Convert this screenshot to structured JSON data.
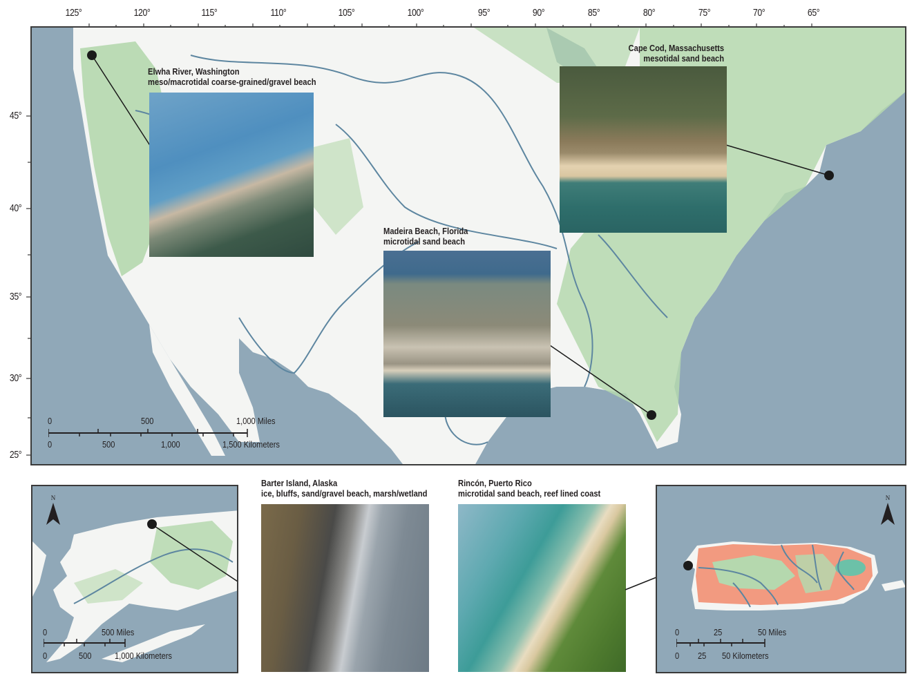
{
  "main_map": {
    "longitude_ticks": [
      "125°",
      "120°",
      "115°",
      "110°",
      "105°",
      "100°",
      "95°",
      "90°",
      "85°",
      "80°",
      "75°",
      "70°",
      "65°"
    ],
    "latitude_ticks": [
      "45°",
      "40°",
      "35°",
      "30°",
      "25°"
    ],
    "scale_bar": {
      "miles_labels": [
        "0",
        "500",
        "1,000 Miles"
      ],
      "km_labels": [
        "0",
        "500",
        "1,000",
        "1,500 Kilometers"
      ]
    },
    "sites": [
      {
        "name": "Elwha River, Washington",
        "description": "meso/macrotidal coarse-grained/gravel beach"
      },
      {
        "name": "Cape Cod, Massachusetts",
        "description": "mesotidal sand beach"
      },
      {
        "name": "Madeira Beach, Florida",
        "description": "microtidal sand beach"
      }
    ]
  },
  "alaska_inset": {
    "north_label": "N",
    "scale_bar": {
      "miles_labels": [
        "0",
        "500 Miles"
      ],
      "km_labels": [
        "0",
        "500",
        "1,000 Kilometers"
      ]
    }
  },
  "puerto_rico_inset": {
    "north_label": "N",
    "scale_bar": {
      "miles_labels": [
        "0",
        "25",
        "50 Miles"
      ],
      "km_labels": [
        "0",
        "25",
        "50 Kilometers"
      ]
    }
  },
  "bottom_sites": [
    {
      "name": "Barter Island, Alaska",
      "description": "ice, bluffs, sand/gravel beach, marsh/wetland"
    },
    {
      "name": "Rincón, Puerto Rico",
      "description": "microtidal sand beach, reef lined coast"
    }
  ],
  "colors": {
    "ocean": "#90a8b8",
    "land_white": "#f4f5f3",
    "vegetation_green": "#b5d8ae",
    "urban_salmon": "#f29a80",
    "river_blue": "#5d86a0",
    "frame": "#3a3a3a"
  }
}
